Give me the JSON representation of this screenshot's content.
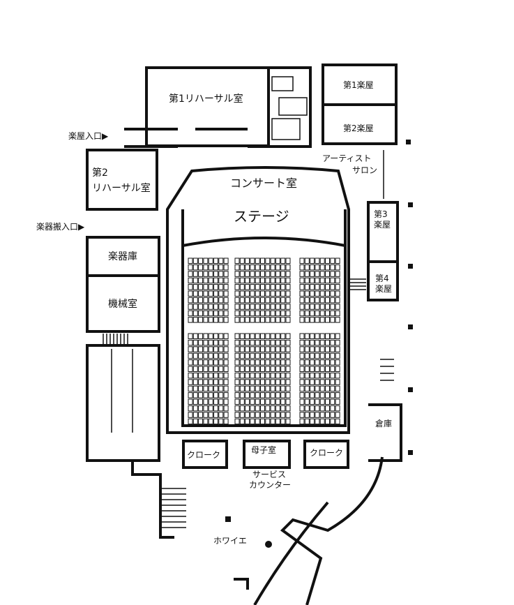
{
  "rooms": {
    "rehearsal1": "第1リハーサル室",
    "dressing1": "第1楽屋",
    "dressing2": "第2楽屋",
    "artist_entrance": "楽屋入口▶",
    "artist_salon_1": "アーティスト",
    "artist_salon_2": "サロン",
    "rehearsal2_1": "第2",
    "rehearsal2_2": "リハーサル室",
    "concert_hall": "コンサート室",
    "stage": "ステージ",
    "loading_entrance": "楽器搬入口▶",
    "dressing3_1": "第3",
    "dressing3_2": "楽屋",
    "dressing4_1": "第4",
    "dressing4_2": "楽屋",
    "instrument_storage": "楽器庫",
    "machine_room": "機械室",
    "storage": "倉庫",
    "cloak_left": "クローク",
    "nursing_room": "母子室",
    "cloak_right": "クローク",
    "service_counter_1": "サービス",
    "service_counter_2": "カウンター",
    "foyer": "ホワイエ"
  },
  "colors": {
    "line": "#111111",
    "background": "#ffffff"
  }
}
